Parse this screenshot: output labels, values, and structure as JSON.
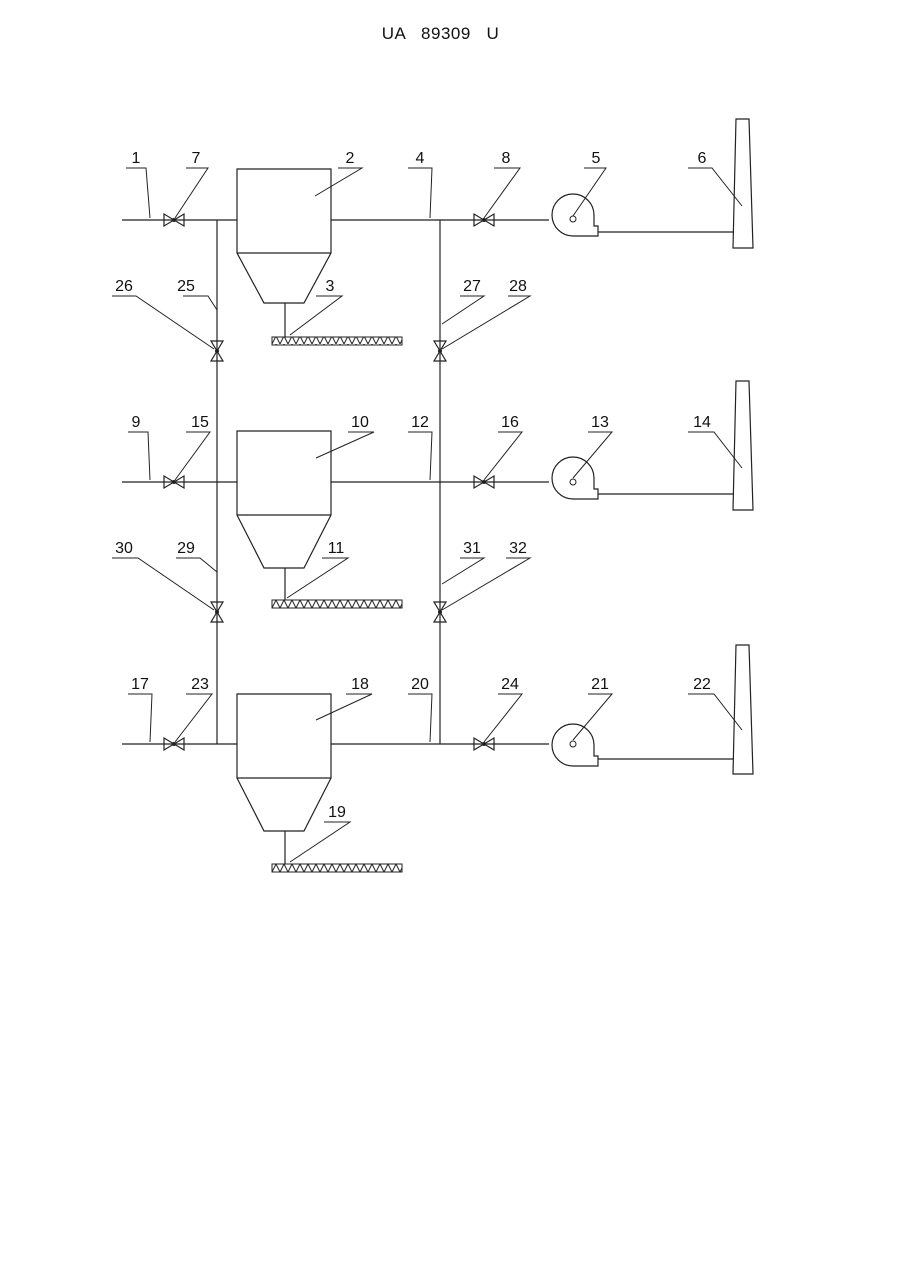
{
  "document": {
    "header": "UA   89309   U"
  },
  "colors": {
    "line": "#222222",
    "background": "#ffffff"
  },
  "diagram": {
    "labels": {
      "l1": "1",
      "l2": "2",
      "l3": "3",
      "l4": "4",
      "l5": "5",
      "l6": "6",
      "l7": "7",
      "l8": "8",
      "l9": "9",
      "l10": "10",
      "l11": "11",
      "l12": "12",
      "l13": "13",
      "l14": "14",
      "l15": "15",
      "l16": "16",
      "l17": "17",
      "l18": "18",
      "l19": "19",
      "l20": "20",
      "l21": "21",
      "l22": "22",
      "l23": "23",
      "l24": "24",
      "l25": "25",
      "l26": "26",
      "l27": "27",
      "l28": "28",
      "l29": "29",
      "l30": "30",
      "l31": "31",
      "l32": "32"
    }
  }
}
